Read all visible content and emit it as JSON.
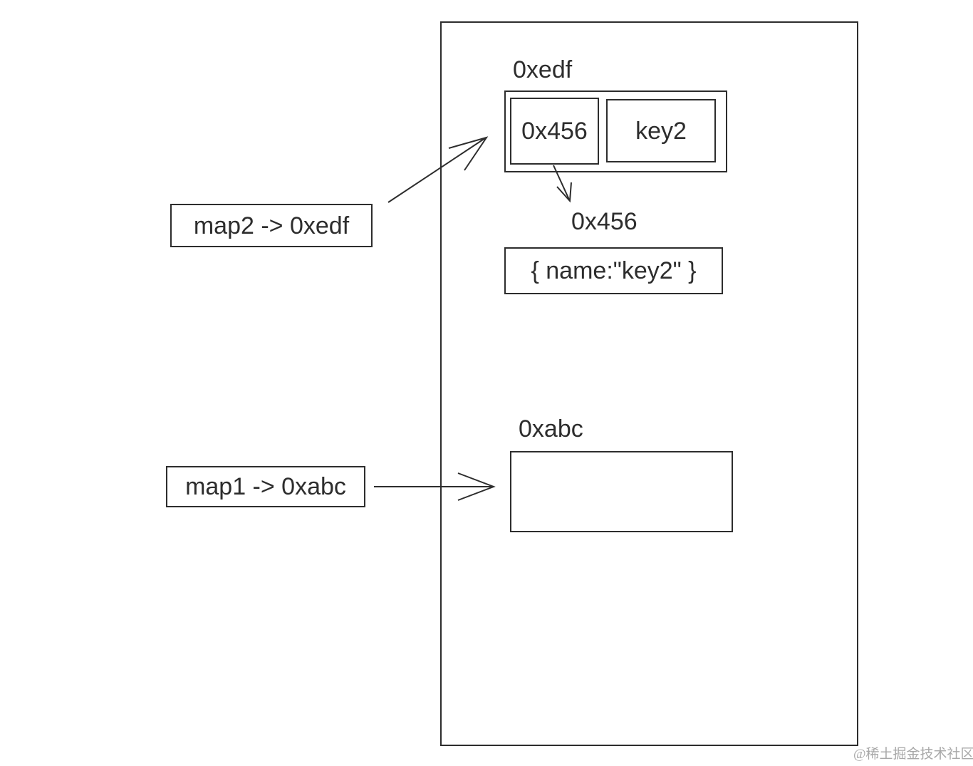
{
  "colors": {
    "stroke": "#2d2d2d",
    "text": "#2d2d2d",
    "background": "#ffffff",
    "watermark": "#a8a8a8"
  },
  "references": {
    "map2_label": "map2 -> 0xedf",
    "map1_label": "map1 -> 0xabc"
  },
  "memory_region": {
    "edf": {
      "address_label": "0xedf",
      "entry": {
        "value_address": "0x456",
        "key_name": "key2"
      },
      "value_address_label": "0x456",
      "value_object": "{ name:\"key2\" }"
    },
    "abc": {
      "address_label": "0xabc"
    }
  },
  "arrows": [
    {
      "name": "map2-to-edf-entry",
      "from": "map2 -> 0xedf",
      "to": "0xedf entry"
    },
    {
      "name": "edf-entry-to-value-address",
      "from": "0x456 cell",
      "to": "0x456 label"
    },
    {
      "name": "map1-to-abc-box",
      "from": "map1 -> 0xabc",
      "to": "0xabc box"
    }
  ],
  "watermark": "@稀土掘金技术社区"
}
